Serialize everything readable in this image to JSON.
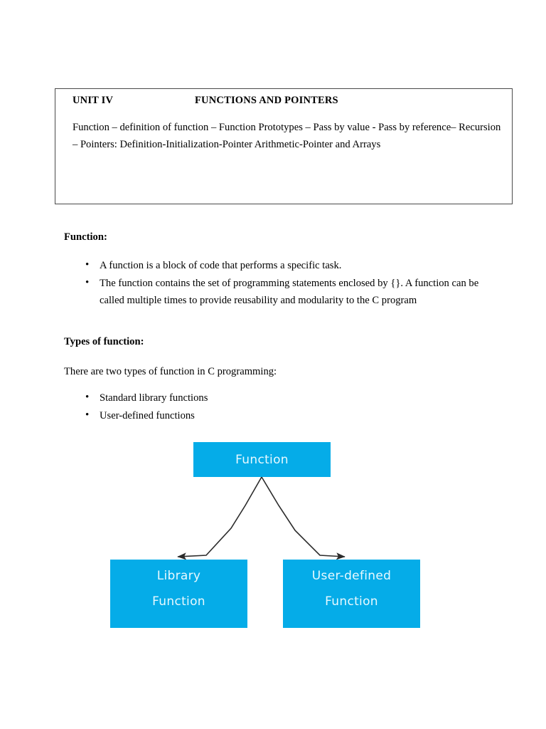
{
  "document": {
    "syllabus": {
      "unit_label": "UNIT IV",
      "unit_title": "FUNCTIONS AND POINTERS",
      "topics": "Function – definition of function – Function Prototypes – Pass by value - Pass by reference– Recursion – Pointers: Definition-Initialization-Pointer Arithmetic-Pointer and Arrays"
    },
    "sections": [
      {
        "heading": "Function:",
        "bullets": [
          "A function is a block of code that performs a specific task.",
          "The function contains the set of programming statements enclosed by {}. A function can be called multiple times to provide reusability and modularity to the C program"
        ]
      },
      {
        "heading": "Types of function:",
        "intro": "There are two types of function in C programming:",
        "bullets": [
          "Standard library functions",
          "User-defined functions"
        ]
      }
    ],
    "diagram": {
      "root": {
        "line1": "Function"
      },
      "children": [
        {
          "line1": "Library",
          "line2": "Function"
        },
        {
          "line1": "User-defined",
          "line2": "Function"
        }
      ],
      "node_color": "#05ace8",
      "node_text_color": "#e8f9ff",
      "arrow_color": "#2b2b2b"
    }
  }
}
